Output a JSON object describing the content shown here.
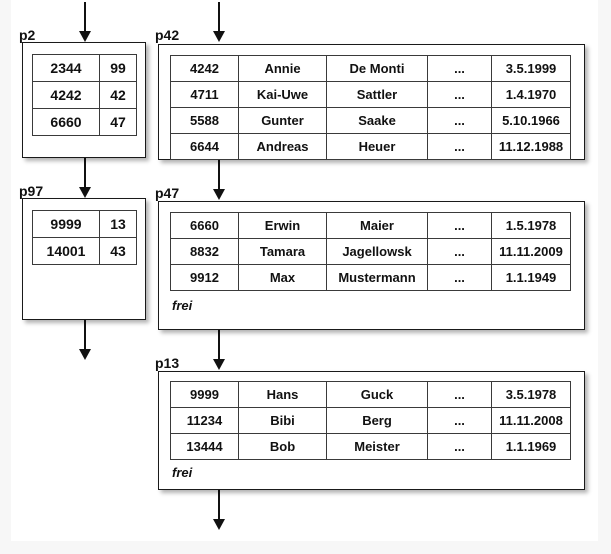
{
  "diagram": {
    "title_visible": false,
    "ellipsis": "...",
    "free_space_label": "frei"
  },
  "pages": [
    {
      "id": "p2",
      "label": "p2",
      "kind": "index",
      "rows": [
        {
          "key": "2344",
          "pointer": "99"
        },
        {
          "key": "4242",
          "pointer": "42"
        },
        {
          "key": "6660",
          "pointer": "47"
        }
      ],
      "free_label": ""
    },
    {
      "id": "p97",
      "label": "p97",
      "kind": "index",
      "rows": [
        {
          "key": "9999",
          "pointer": "13"
        },
        {
          "key": "14001",
          "pointer": "43"
        }
      ],
      "free_label": ""
    },
    {
      "id": "p42",
      "label": "p42",
      "kind": "data",
      "rows": [
        {
          "key": "4242",
          "first": "Annie",
          "last": "De Monti",
          "more": "...",
          "date": "3.5.1999"
        },
        {
          "key": "4711",
          "first": "Kai-Uwe",
          "last": "Sattler",
          "more": "...",
          "date": "1.4.1970"
        },
        {
          "key": "5588",
          "first": "Gunter",
          "last": "Saake",
          "more": "...",
          "date": "5.10.1966"
        },
        {
          "key": "6644",
          "first": "Andreas",
          "last": "Heuer",
          "more": "...",
          "date": "11.12.1988"
        }
      ],
      "free_label": ""
    },
    {
      "id": "p47",
      "label": "p47",
      "kind": "data",
      "rows": [
        {
          "key": "6660",
          "first": "Erwin",
          "last": "Maier",
          "more": "...",
          "date": "1.5.1978"
        },
        {
          "key": "8832",
          "first": "Tamara",
          "last": "Jagellowsk",
          "more": "...",
          "date": "11.11.2009"
        },
        {
          "key": "9912",
          "first": "Max",
          "last": "Mustermann",
          "more": "...",
          "date": "1.1.1949"
        }
      ],
      "free_label": "frei"
    },
    {
      "id": "p13",
      "label": "p13",
      "kind": "data",
      "rows": [
        {
          "key": "9999",
          "first": "Hans",
          "last": "Guck",
          "more": "...",
          "date": "3.5.1978"
        },
        {
          "key": "11234",
          "first": "Bibi",
          "last": "Berg",
          "more": "...",
          "date": "11.11.2008"
        },
        {
          "key": "13444",
          "first": "Bob",
          "last": "Meister",
          "more": "...",
          "date": "1.1.1969"
        }
      ],
      "free_label": "frei"
    }
  ],
  "colors": {
    "background": "#f7f7f7",
    "canvas": "#ffffff",
    "stroke": "#1a1a1a",
    "cell_border": "#3a3a3a",
    "text": "#111111"
  }
}
